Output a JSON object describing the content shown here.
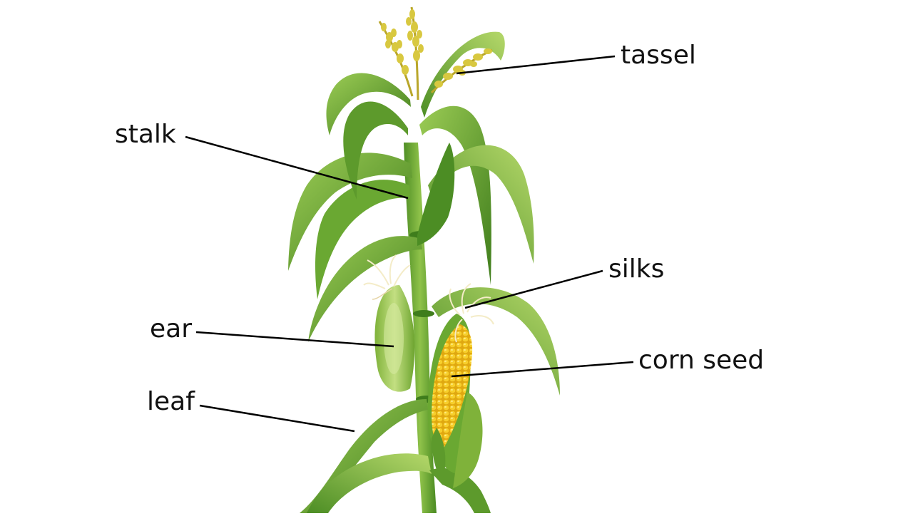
{
  "diagram": {
    "subject": "corn plant",
    "labels": {
      "tassel": "tassel",
      "stalk": "stalk",
      "silks": "silks",
      "ear": "ear",
      "corn_seed": "corn seed",
      "leaf": "leaf"
    },
    "colors": {
      "leaf_dark": "#3f7d1c",
      "leaf_mid": "#6aa832",
      "leaf_light": "#a8d060",
      "tassel": "#d8c840",
      "kernel": "#f2c21a",
      "silk": "#f4ecc8",
      "leader_line": "#000000"
    }
  }
}
